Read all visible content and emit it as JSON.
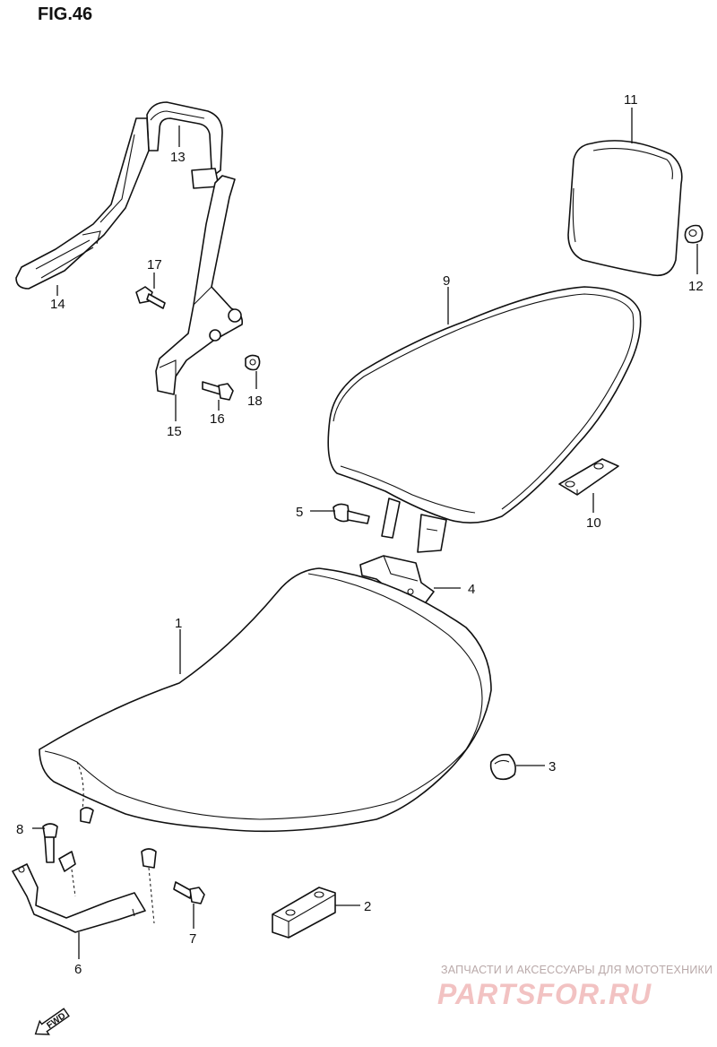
{
  "title": "FIG.46",
  "callouts": {
    "p1": "1",
    "p2": "2",
    "p3": "3",
    "p4": "4",
    "p5": "5",
    "p6": "6",
    "p7": "7",
    "p8": "8",
    "p9": "9",
    "p10": "10",
    "p11": "11",
    "p12": "12",
    "p13": "13",
    "p14": "14",
    "p15": "15",
    "p16": "16",
    "p17": "17",
    "p18": "18"
  },
  "fwd_label": "FWD",
  "watermark": {
    "line1": "ЗАПЧАСТИ И АКСЕССУАРЫ ДЛЯ МОТОТЕХНИКИ",
    "logo": "PARTSFOR.RU"
  }
}
